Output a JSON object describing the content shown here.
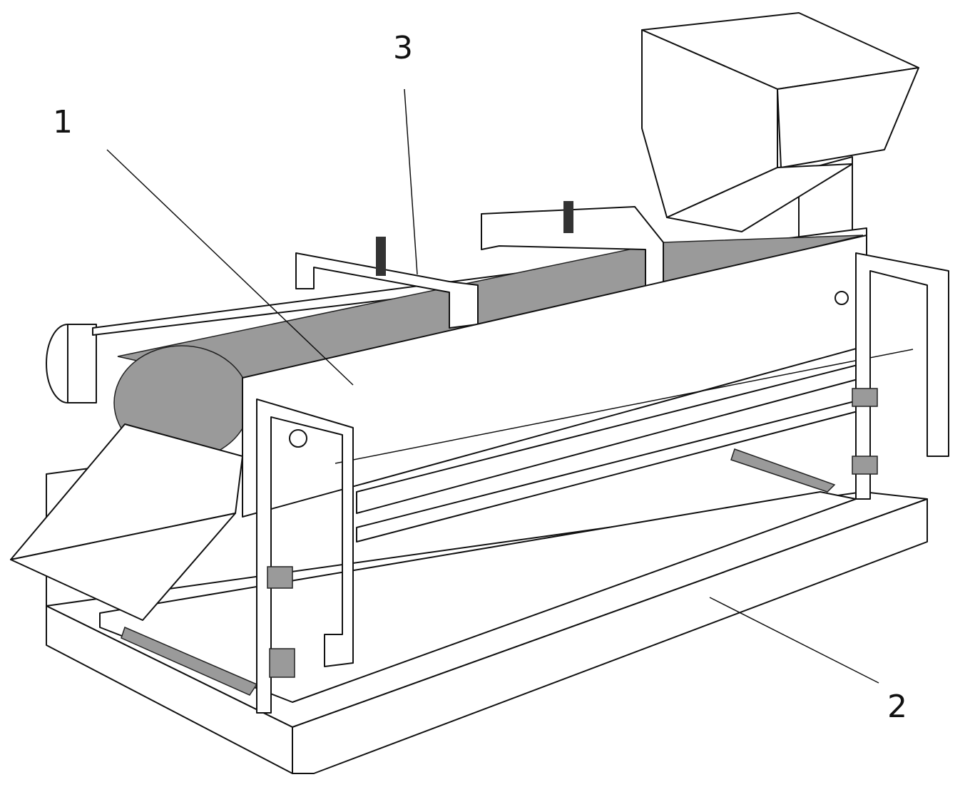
{
  "figure": {
    "labels": [
      {
        "id": "1",
        "text": "1"
      },
      {
        "id": "2",
        "text": "2"
      },
      {
        "id": "3",
        "text": "3"
      }
    ]
  }
}
